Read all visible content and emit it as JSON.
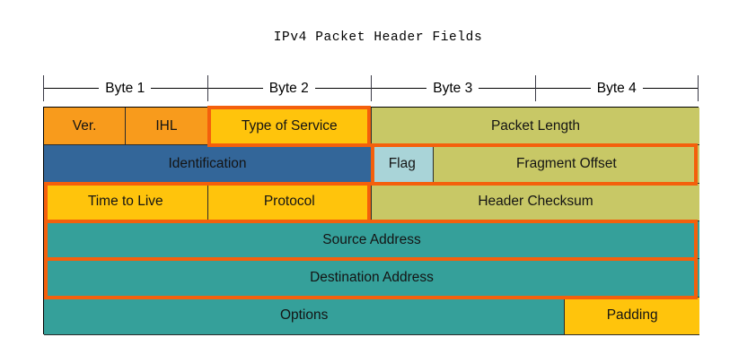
{
  "title": "IPv4 Packet Header Fields",
  "colors": {
    "orange_field": "#F89B1C",
    "yellow_field": "#FFC40C",
    "khaki_field": "#C8C866",
    "blue_field": "#336699",
    "lightblue_field": "#A9D4D8",
    "teal_field": "#35A09A",
    "highlight_border": "#F4600C",
    "table_border": "#000000",
    "text": "#141414",
    "background": "#FFFFFF"
  },
  "ruler": {
    "bytes": [
      {
        "label": "Byte 1"
      },
      {
        "label": "Byte 2"
      },
      {
        "label": "Byte 3"
      },
      {
        "label": "Byte 4"
      }
    ]
  },
  "header_rows": [
    {
      "row_index": 0,
      "cells": [
        {
          "label": "Ver.",
          "color": "#F89B1C",
          "width_pct": 12.5,
          "highlighted": false
        },
        {
          "label": "IHL",
          "color": "#F89B1C",
          "width_pct": 12.5,
          "highlighted": false
        },
        {
          "label": "Type of Service",
          "color": "#FFC40C",
          "width_pct": 25.0,
          "highlighted": true
        },
        {
          "label": "Packet Length",
          "color": "#C8C866",
          "width_pct": 50.0,
          "highlighted": false
        }
      ]
    },
    {
      "row_index": 1,
      "cells": [
        {
          "label": "Identification",
          "color": "#336699",
          "width_pct": 50.0,
          "highlighted": false
        },
        {
          "label": "Flag",
          "color": "#A9D4D8",
          "width_pct": 9.4,
          "highlighted": false
        },
        {
          "label": "Fragment Offset",
          "color": "#C8C866",
          "width_pct": 40.6,
          "highlighted": true
        }
      ]
    },
    {
      "row_index": 2,
      "cells": [
        {
          "label": "Time to Live",
          "color": "#FFC40C",
          "width_pct": 25.0,
          "highlighted": true
        },
        {
          "label": "Protocol",
          "color": "#FFC40C",
          "width_pct": 25.0,
          "highlighted": true
        },
        {
          "label": "Header Checksum",
          "color": "#C8C866",
          "width_pct": 50.0,
          "highlighted": false
        }
      ]
    },
    {
      "row_index": 3,
      "cells": [
        {
          "label": "Source Address",
          "color": "#35A09A",
          "width_pct": 100.0,
          "highlighted": true
        }
      ]
    },
    {
      "row_index": 4,
      "cells": [
        {
          "label": "Destination Address",
          "color": "#35A09A",
          "width_pct": 100.0,
          "highlighted": true
        }
      ]
    },
    {
      "row_index": 5,
      "cells": [
        {
          "label": "Options",
          "color": "#35A09A",
          "width_pct": 79.5,
          "highlighted": false
        },
        {
          "label": "Padding",
          "color": "#FFC40C",
          "width_pct": 20.5,
          "highlighted": false
        }
      ]
    }
  ],
  "highlight_groups": [
    {
      "name": "type-of-service",
      "left_pct": 25.0,
      "width_pct": 25.0,
      "row_index": 0
    },
    {
      "name": "flag-fragment-offset",
      "left_pct": 50.0,
      "width_pct": 50.0,
      "row_index": 1
    },
    {
      "name": "ttl-protocol",
      "left_pct": 0.0,
      "width_pct": 50.0,
      "row_index": 2
    },
    {
      "name": "source-address",
      "left_pct": 0.0,
      "width_pct": 100.0,
      "row_index": 3
    },
    {
      "name": "destination-address",
      "left_pct": 0.0,
      "width_pct": 100.0,
      "row_index": 4
    }
  ]
}
